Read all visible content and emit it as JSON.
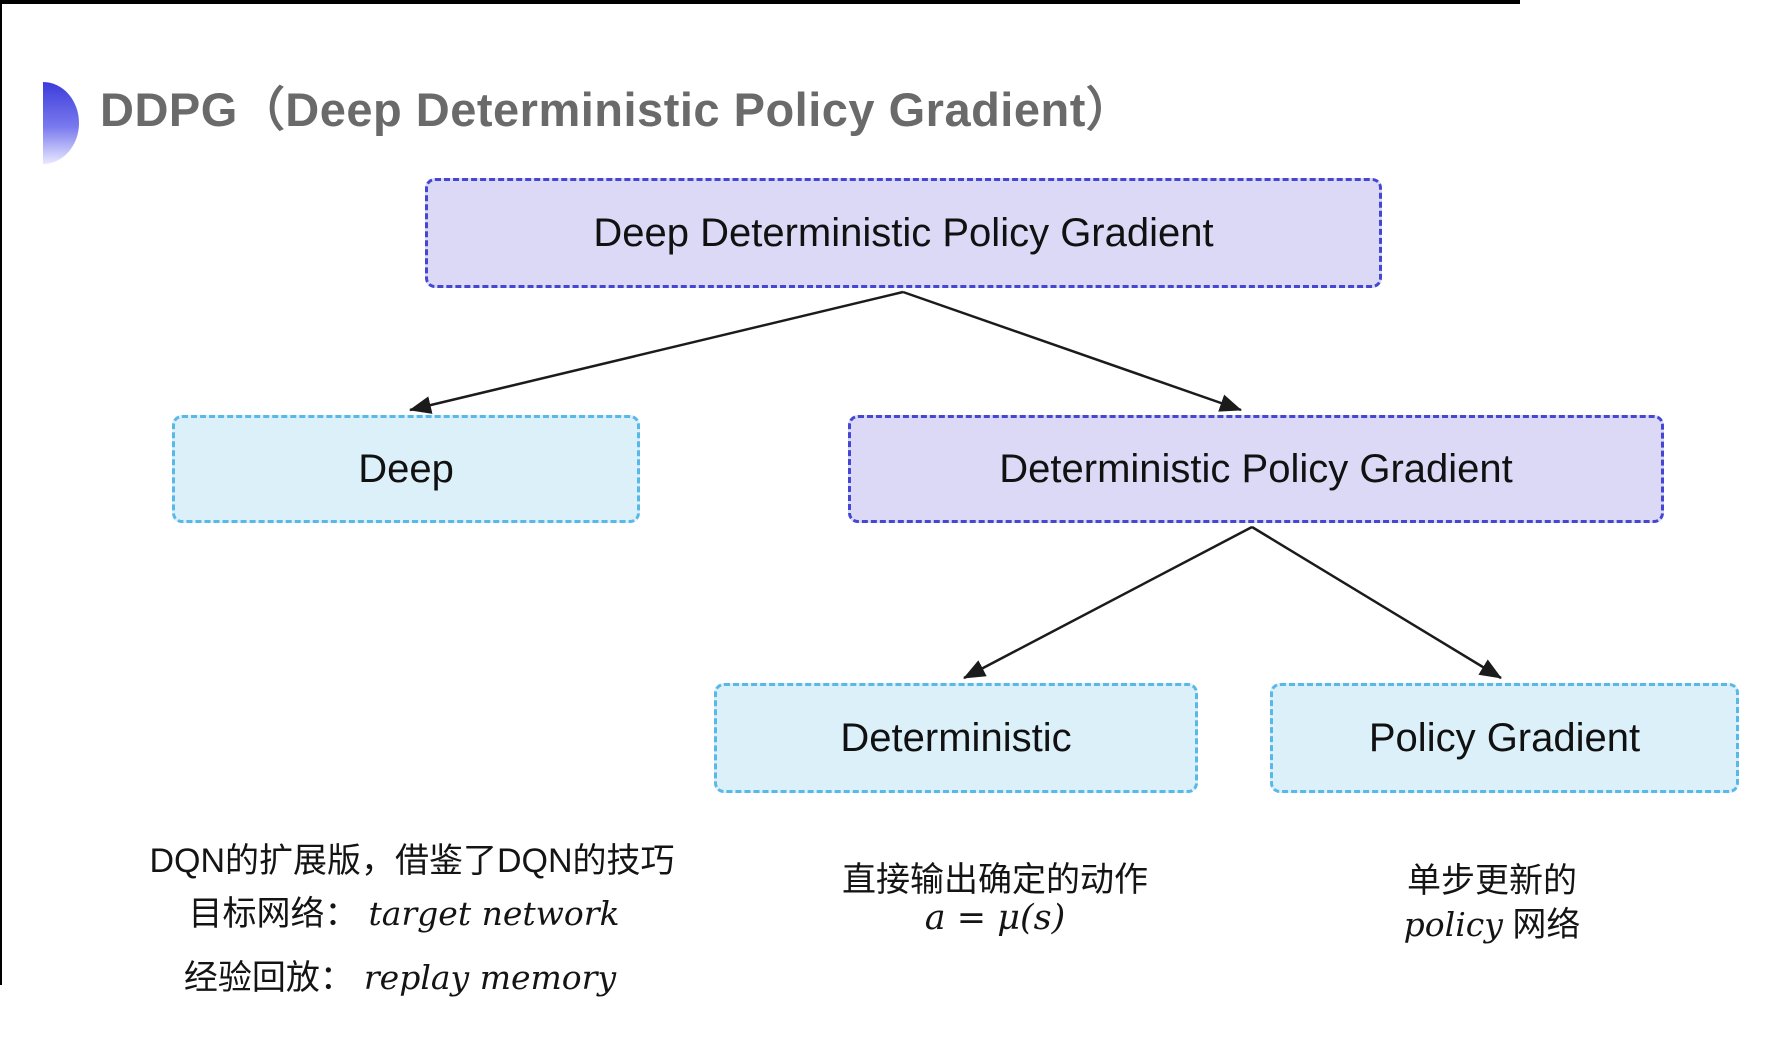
{
  "title": {
    "text": "DDPG（Deep Deterministic Policy Gradient）"
  },
  "tree": {
    "root": {
      "label": "Deep Deterministic Policy Gradient"
    },
    "children": [
      {
        "label": "Deep"
      },
      {
        "label": "Deterministic Policy Gradient"
      }
    ],
    "grandchildren": [
      {
        "label": "Deterministic"
      },
      {
        "label": "Policy Gradient"
      }
    ]
  },
  "notes": {
    "deep": {
      "line1": "DQN的扩展版，借鉴了DQN的技巧",
      "line2_label": "目标网络：",
      "line2_term": "target network",
      "line3_label": "经验回放：",
      "line3_term": "replay memory"
    },
    "deterministic": {
      "line1": "直接输出确定的动作",
      "formula": "a = μ(s)"
    },
    "policy_gradient": {
      "line1": "单步更新的",
      "term": "policy",
      "suffix": " 网络"
    }
  },
  "icons": {
    "accent": "gradient-semicircle-icon"
  },
  "colors": {
    "purple_fill": "#dcd9f7",
    "purple_border": "#4547d0",
    "cyan_fill": "#dcf0fa",
    "cyan_border": "#58b9e8",
    "title_gray": "#6a6a6a",
    "arrow_black": "#1b1b1b",
    "accent_blue_top": "#3c3cdb"
  }
}
